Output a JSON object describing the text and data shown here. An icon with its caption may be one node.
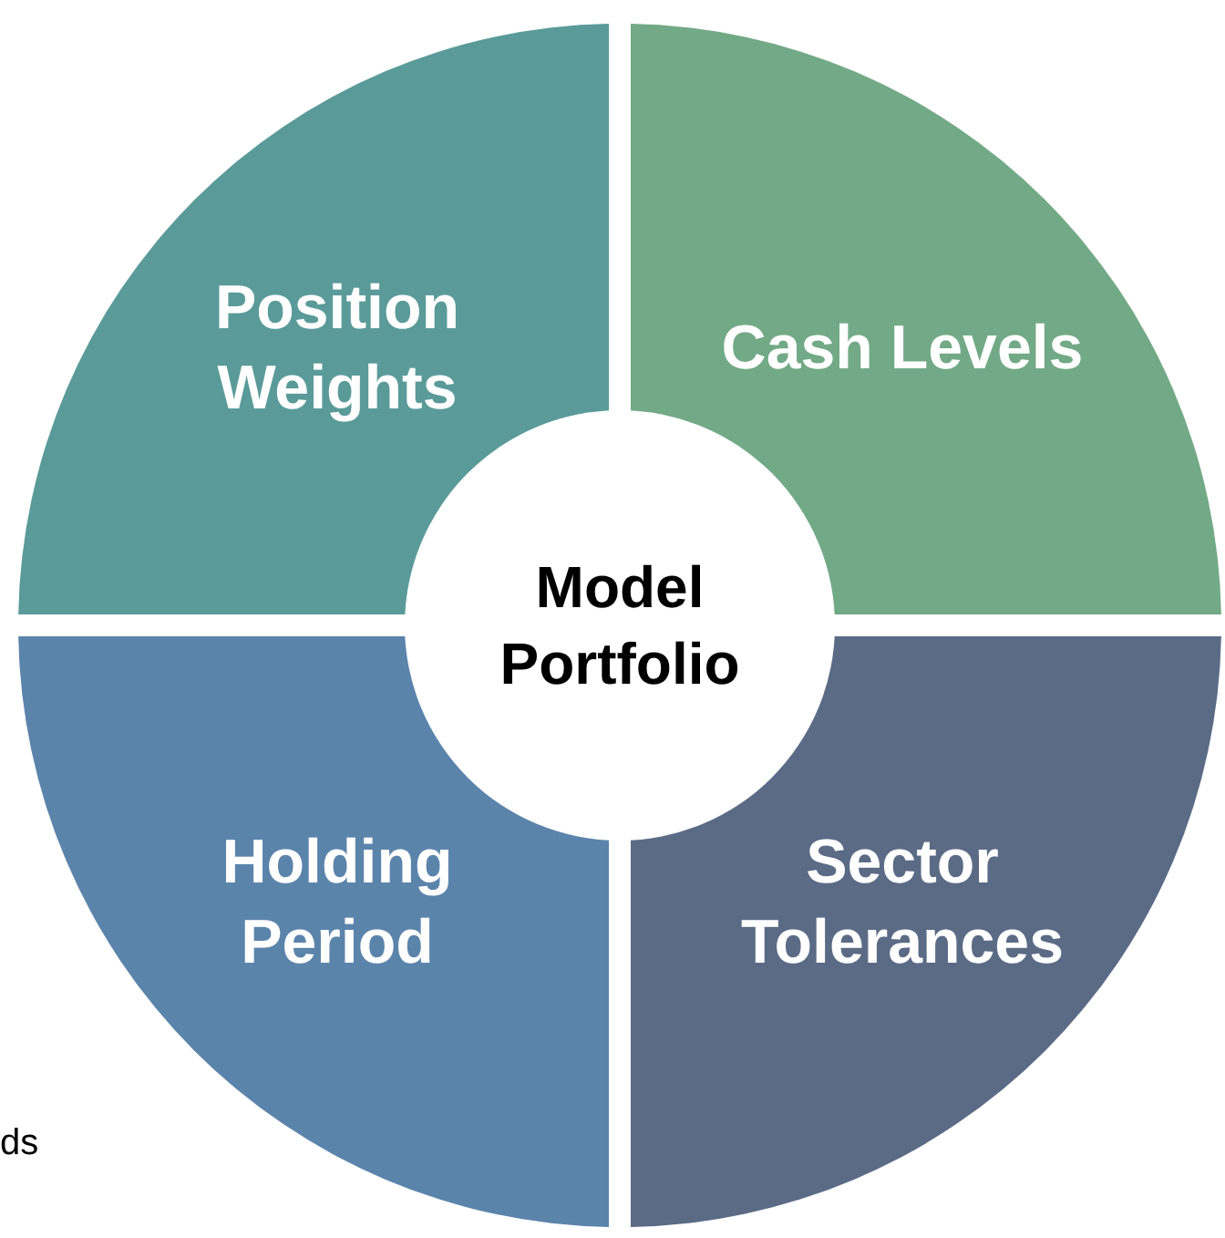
{
  "diagram": {
    "nodes": [
      {
        "text": [
          "Position Weights"
        ]
      },
      {
        "text": [
          "Cash Levels"
        ]
      },
      {
        "text": [
          "Holding Period"
        ]
      },
      {
        "text": [
          "Sector Tolerances"
        ]
      },
      {
        "text": [
          "Model Portfolio"
        ]
      }
    ],
    "labels": [
      "ds"
    ]
  }
}
